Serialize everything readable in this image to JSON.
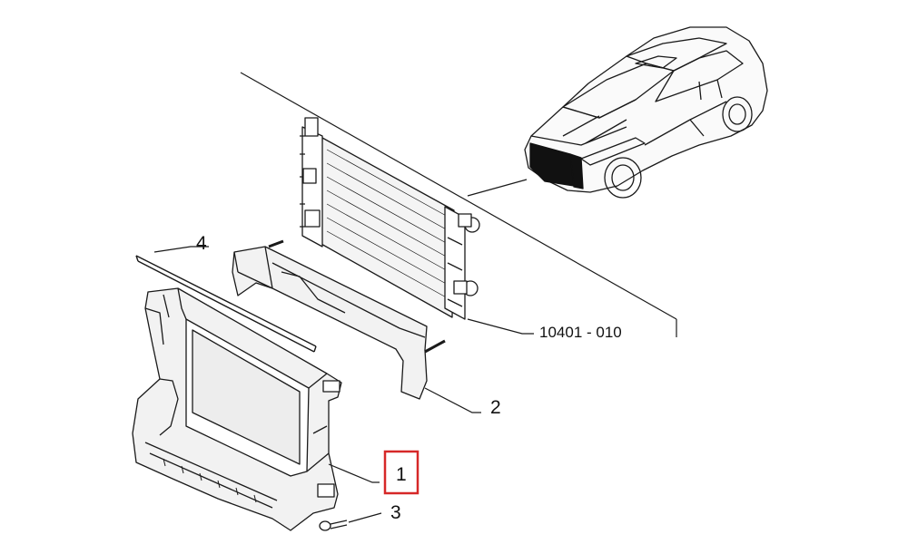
{
  "callouts": {
    "part_1": "1",
    "part_2": "2",
    "part_3": "3",
    "part_4": "4",
    "assembly_code": "10401 - 010"
  },
  "highlight": {
    "target": "part_1",
    "color": "#d62828"
  },
  "colors": {
    "line": "#1a1a1a",
    "panel_fill": "#f2f2f2",
    "shade_fill": "#e6e6e6"
  }
}
